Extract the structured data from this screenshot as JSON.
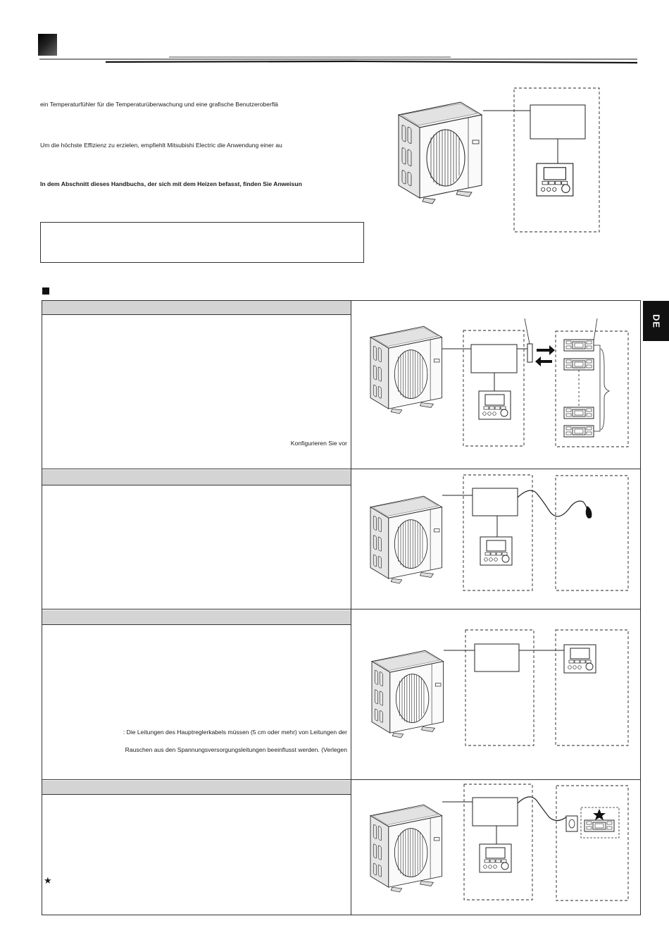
{
  "intro": {
    "line1": "ein Temperaturfühler für die Temperaturüberwachung und eine grafische Benutzeroberflä",
    "line2": "Um die höchste Effizienz zu erzielen, empfiehlt Mitsubishi Electric die Anwendung einer au",
    "line3": "In dem Abschnitt dieses Handbuchs, der sich mit dem Heizen befasst, finden Sie Anweisun"
  },
  "language_tab": "DE",
  "sections": [
    {
      "footnote": "Konfigurieren Sie vor"
    },
    {},
    {
      "note_line1": ": Die Leitungen des Hauptreglerkabels müssen (5 cm oder mehr) von Leitungen der",
      "note_line2": "Rauschen aus den Spannungsversorgungsleitungen beeinflusst werden. (Verlegen"
    },
    {
      "star_symbol": "★"
    }
  ],
  "icons": {
    "outdoor_unit": "outdoor-unit-icon",
    "indoor_box": "indoor-unit-icon",
    "controller": "main-controller-icon",
    "room_controller": "room-controller-icon",
    "sensor": "temperature-sensor-icon",
    "receiver": "wireless-receiver-icon"
  }
}
